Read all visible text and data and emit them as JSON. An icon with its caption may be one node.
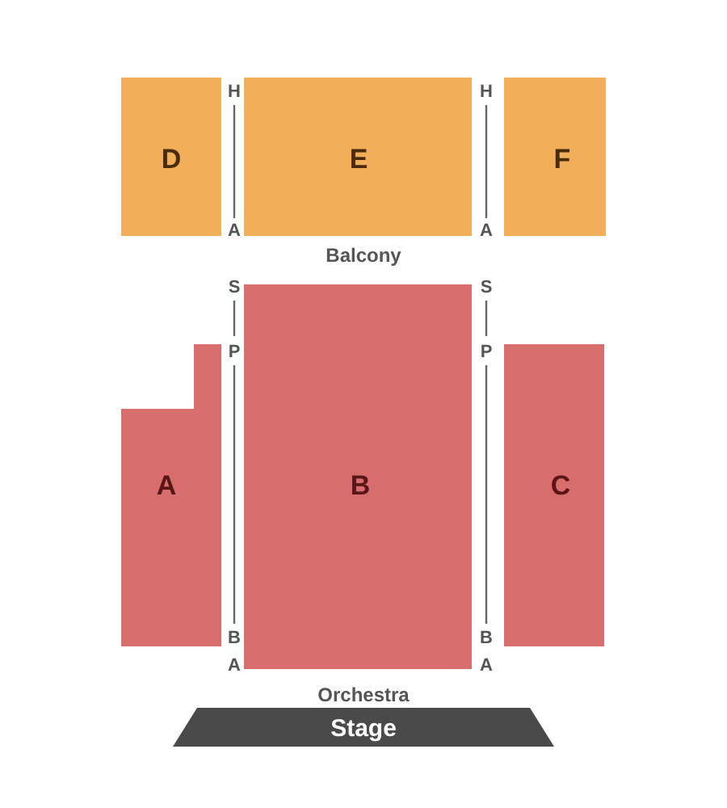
{
  "diagram": {
    "nodes": [
      {
        "text": [
          "D"
        ]
      },
      {
        "text": [
          "E"
        ]
      },
      {
        "text": [
          "F"
        ]
      },
      {
        "text": [
          "A"
        ]
      },
      {
        "text": [
          "B"
        ]
      },
      {
        "text": [
          "C"
        ]
      },
      {
        "text": [
          "Stage"
        ]
      }
    ],
    "labels": [
      "H",
      "H",
      "A",
      "A",
      "Balcony",
      "S",
      "S",
      "P",
      "P",
      "B",
      "B",
      "A",
      "A",
      "Orchestra"
    ]
  }
}
